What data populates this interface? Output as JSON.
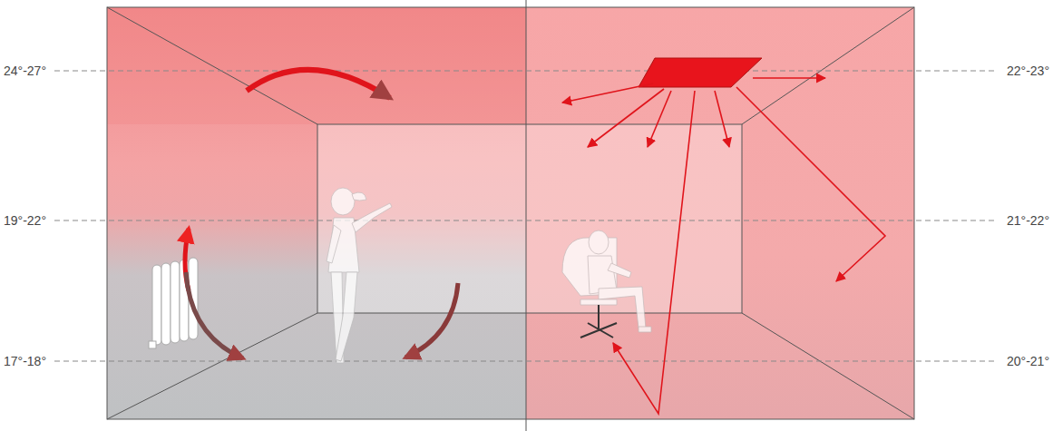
{
  "diagram": {
    "labels": [
      "24°-27°",
      "19°-22°",
      "17°-18°",
      "22°-23°",
      "21°-22°",
      "20°-21°"
    ]
  }
}
